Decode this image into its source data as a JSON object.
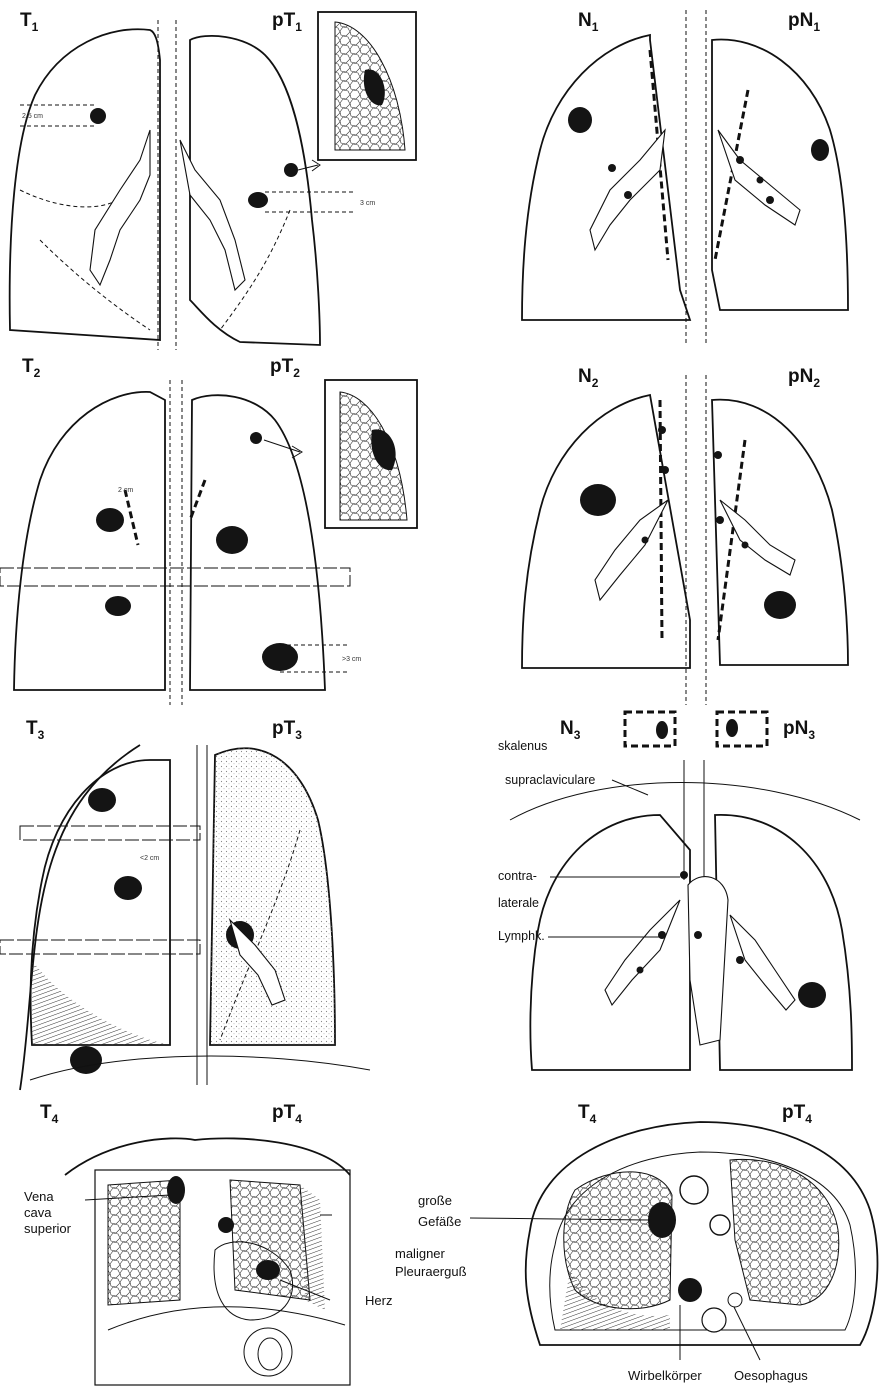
{
  "panels": {
    "t1": {
      "left_label": "T",
      "left_sub": "1",
      "right_label": "pT",
      "right_sub": "1"
    },
    "n1": {
      "left_label": "N",
      "left_sub": "1",
      "right_label": "pN",
      "right_sub": "1"
    },
    "t2": {
      "left_label": "T",
      "left_sub": "2",
      "right_label": "pT",
      "right_sub": "2"
    },
    "n2": {
      "left_label": "N",
      "left_sub": "2",
      "right_label": "pN",
      "right_sub": "2"
    },
    "t3": {
      "left_label": "T",
      "left_sub": "3",
      "right_label": "pT",
      "right_sub": "3"
    },
    "n3": {
      "left_label": "N",
      "left_sub": "3",
      "right_label": "pN",
      "right_sub": "3",
      "annotations": {
        "skalenus": "skalenus",
        "supraclaviculare": "supraclaviculare",
        "contra": "contra-",
        "laterale": "laterale",
        "lymphk": "Lymphk."
      }
    },
    "t4_coronal": {
      "left_label": "T",
      "left_sub": "4",
      "right_label": "pT",
      "right_sub": "4",
      "annotations": {
        "vena_1": "Vena",
        "vena_2": "cava",
        "vena_3": "superior",
        "herz": "Herz"
      }
    },
    "t4_axial": {
      "left_label": "T",
      "left_sub": "4",
      "right_label": "pT",
      "right_sub": "4",
      "annotations": {
        "gefaesse_1": "große",
        "gefaesse_2": "Gefäße",
        "pleura_1": "maligner",
        "pleura_2": "Pleuraerguß",
        "wirbel": "Wirbelkörper",
        "oesophagus": "Oesophagus"
      }
    }
  },
  "dimensions": {
    "t1_a": "2,5 cm",
    "t1_b": "3 cm",
    "t2_a": "2 cm",
    "t2_b": ">3 cm",
    "t3_a": "<2 cm"
  }
}
